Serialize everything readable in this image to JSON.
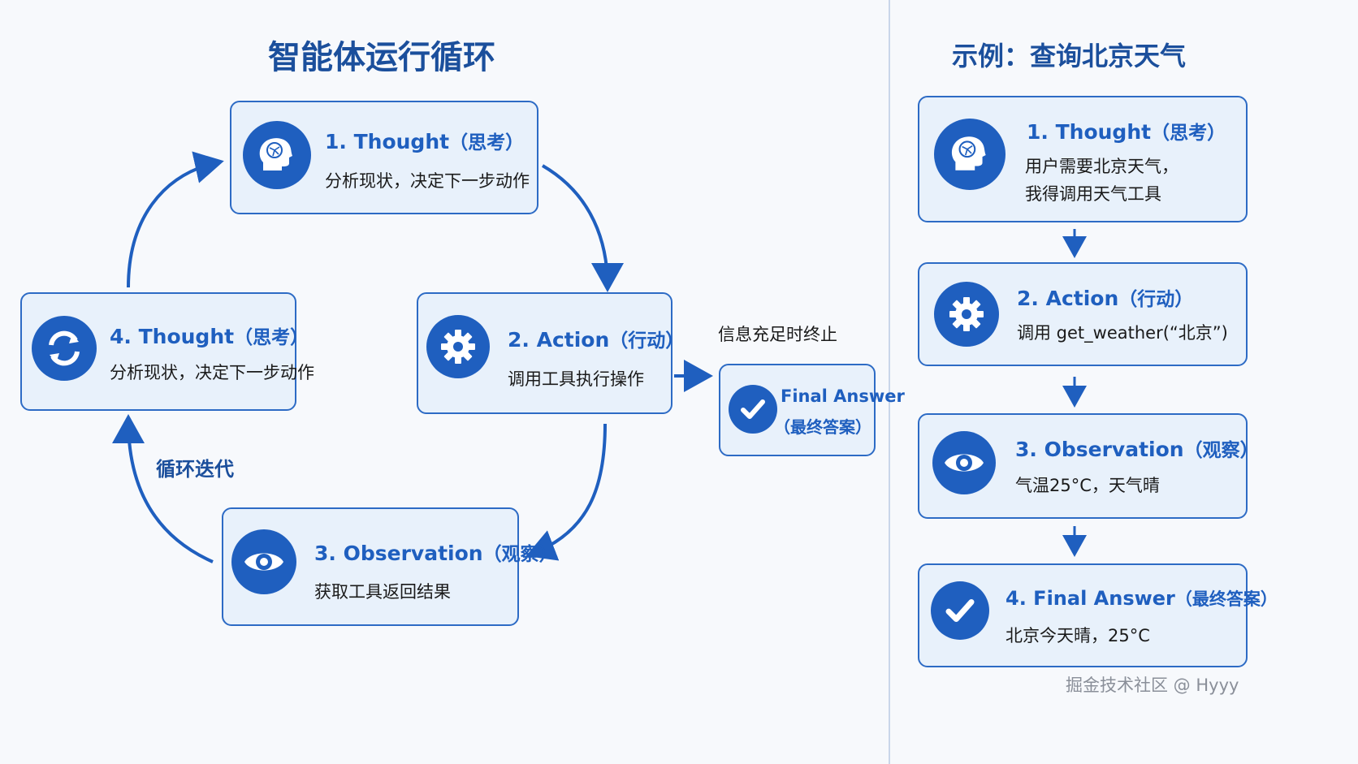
{
  "left": {
    "title": "智能体运行循环",
    "nodes": [
      {
        "title": "1. Thought",
        "paren": "（思考）",
        "desc": "分析现状，决定下一步动作",
        "icon": "brain-head-icon"
      },
      {
        "title": "2. Action",
        "paren": "（行动）",
        "desc": "调用工具执行操作",
        "icon": "gear-icon"
      },
      {
        "title": "3. Observation",
        "paren": "（观察）",
        "desc": "获取工具返回结果",
        "icon": "eye-icon"
      },
      {
        "title": "4. Thought",
        "paren": "（思考）",
        "desc": "分析现状，决定下一步动作",
        "icon": "refresh-icon"
      }
    ],
    "loop_label": "循环迭代",
    "exit_label": "信息充足时终止",
    "final": {
      "line1": "Final Answer",
      "line2": "（最终答案）",
      "icon": "check-icon"
    }
  },
  "right": {
    "title": "示例：查询北京天气",
    "steps": [
      {
        "title": "1. Thought",
        "paren": "（思考）",
        "desc1": "用户需要北京天气，",
        "desc2": "我得调用天气工具",
        "icon": "brain-head-icon"
      },
      {
        "title": "2. Action",
        "paren": "（行动）",
        "desc1": "调用 get_weather(“北京”)",
        "icon": "gear-icon"
      },
      {
        "title": "3. Observation",
        "paren": "（观察）",
        "desc1": "气温25°C，天气晴",
        "icon": "eye-icon"
      },
      {
        "title": "4. Final Answer",
        "paren": "（最终答案）",
        "desc1": "北京今天晴，25°C",
        "icon": "check-icon"
      }
    ]
  },
  "watermark": "掘金技术社区 @ Hyyy",
  "colors": {
    "accent": "#1f5fbf",
    "node_bg": "#e8f1fb",
    "title": "#1b4f9c"
  }
}
